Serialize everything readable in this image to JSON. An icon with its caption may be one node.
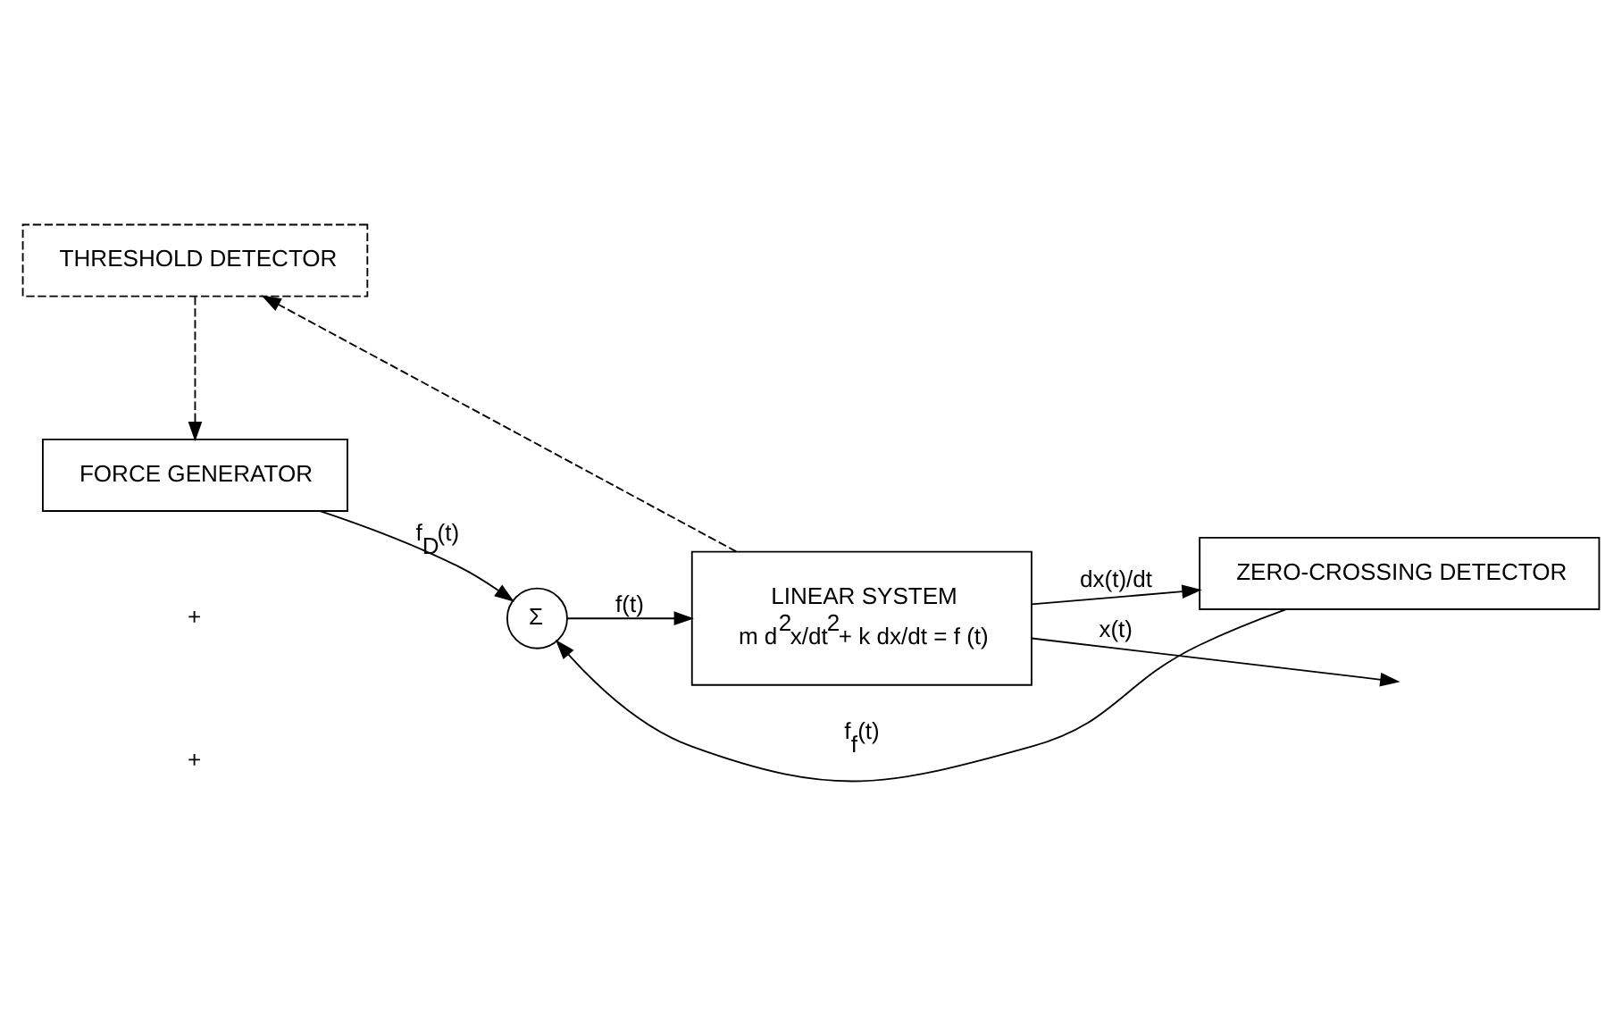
{
  "diagram": {
    "nodes": [
      {
        "text": [
          "THRESHOLD DETECTOR"
        ]
      },
      {
        "text": [
          "FORCE GENERATOR"
        ]
      },
      {
        "text": [
          "Σ"
        ]
      },
      {
        "text": [
          "LINEAR SYSTEM",
          "m d$^{2}$x/dt$^{2}$+ k dx/dt = f (t)"
        ]
      },
      {
        "text": [
          "ZERO-CROSSING DETECTOR"
        ]
      }
    ],
    "edges": [
      {
        "from": 3,
        "to": 0,
        "arrow": "to",
        "style": "dashed"
      },
      {
        "from": 0,
        "to": 1,
        "arrow": "to",
        "style": "dashed"
      },
      {
        "from": 1,
        "to": 2,
        "arrow": "to",
        "label": "f$_{D}$(t)"
      },
      {
        "from": 2,
        "to": 3,
        "arrow": "to",
        "label": "f(t)"
      },
      {
        "from": 3,
        "to": null,
        "arrow": "to",
        "label": "x(t)"
      },
      {
        "from": 3,
        "to": 4,
        "arrow": "to",
        "label": "dx(t)/dt"
      },
      {
        "from": 4,
        "to": 2,
        "arrow": "to",
        "label": "f$_{f}$(t)"
      }
    ],
    "labels": [
      "+",
      "+"
    ]
  }
}
